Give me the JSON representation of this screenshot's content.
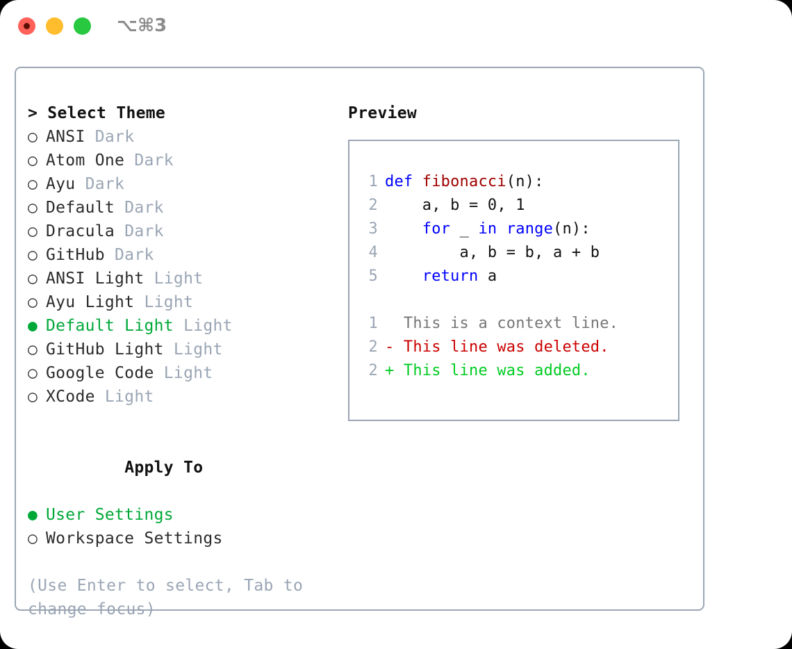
{
  "window": {
    "shortcut_label": "⌥⌘3",
    "traffic_lights": [
      "close",
      "minimize",
      "maximize"
    ]
  },
  "theme_list": {
    "header": "> Select Theme",
    "bullet_unselected": "○",
    "bullet_selected": "●",
    "items": [
      {
        "bullet": "○",
        "name": "ANSI",
        "category": "Dark",
        "selected": false
      },
      {
        "bullet": "○",
        "name": "Atom One",
        "category": "Dark",
        "selected": false
      },
      {
        "bullet": "○",
        "name": "Ayu",
        "category": "Dark",
        "selected": false
      },
      {
        "bullet": "○",
        "name": "Default",
        "category": "Dark",
        "selected": false
      },
      {
        "bullet": "○",
        "name": "Dracula",
        "category": "Dark",
        "selected": false
      },
      {
        "bullet": "○",
        "name": "GitHub",
        "category": "Dark",
        "selected": false
      },
      {
        "bullet": "○",
        "name": "ANSI Light",
        "category": "Light",
        "selected": false
      },
      {
        "bullet": "○",
        "name": "Ayu Light",
        "category": "Light",
        "selected": false
      },
      {
        "bullet": "●",
        "name": "Default Light",
        "category": "Light",
        "selected": true
      },
      {
        "bullet": "○",
        "name": "GitHub Light",
        "category": "Light",
        "selected": false
      },
      {
        "bullet": "○",
        "name": "Google Code",
        "category": "Light",
        "selected": false
      },
      {
        "bullet": "○",
        "name": "XCode",
        "category": "Light",
        "selected": false
      }
    ]
  },
  "apply_to": {
    "header": "Apply To",
    "items": [
      {
        "bullet": "●",
        "name": "User Settings",
        "selected": true
      },
      {
        "bullet": "○",
        "name": "Workspace Settings",
        "selected": false
      }
    ]
  },
  "hint": "(Use Enter to select, Tab to change focus)",
  "preview": {
    "title": "Preview",
    "code_lines": [
      {
        "num": "1",
        "segments": [
          {
            "t": "def ",
            "c": "kw"
          },
          {
            "t": "fibonacci",
            "c": "fn"
          },
          {
            "t": "(n):",
            "c": "pl"
          }
        ]
      },
      {
        "num": "2",
        "segments": [
          {
            "t": "    a, b = 0, 1",
            "c": "pl"
          }
        ]
      },
      {
        "num": "3",
        "segments": [
          {
            "t": "    ",
            "c": "pl"
          },
          {
            "t": "for",
            "c": "kw"
          },
          {
            "t": " _ ",
            "c": "pl"
          },
          {
            "t": "in",
            "c": "kw"
          },
          {
            "t": " ",
            "c": "pl"
          },
          {
            "t": "range",
            "c": "kw"
          },
          {
            "t": "(n):",
            "c": "pl"
          }
        ]
      },
      {
        "num": "4",
        "segments": [
          {
            "t": "        a, b = b, a + b",
            "c": "pl"
          }
        ]
      },
      {
        "num": "5",
        "segments": [
          {
            "t": "    ",
            "c": "pl"
          },
          {
            "t": "return",
            "c": "kw"
          },
          {
            "t": " a",
            "c": "pl"
          }
        ]
      }
    ],
    "diff_lines": [
      {
        "num": "1",
        "marker": "  ",
        "text": "This is a context line.",
        "kind": "diff-ctx"
      },
      {
        "num": "2",
        "marker": "- ",
        "text": "This line was deleted.",
        "kind": "diff-del"
      },
      {
        "num": "2",
        "marker": "+ ",
        "text": "This line was added.",
        "kind": "diff-add"
      }
    ]
  },
  "colors": {
    "accent_green": "#00a838",
    "muted_gray": "#9aa5b4",
    "keyword_blue": "#0000ff",
    "function_red": "#a00000",
    "diff_add_green": "#00cc22",
    "diff_del_red": "#cc0000",
    "border": "#9aa5b4"
  }
}
